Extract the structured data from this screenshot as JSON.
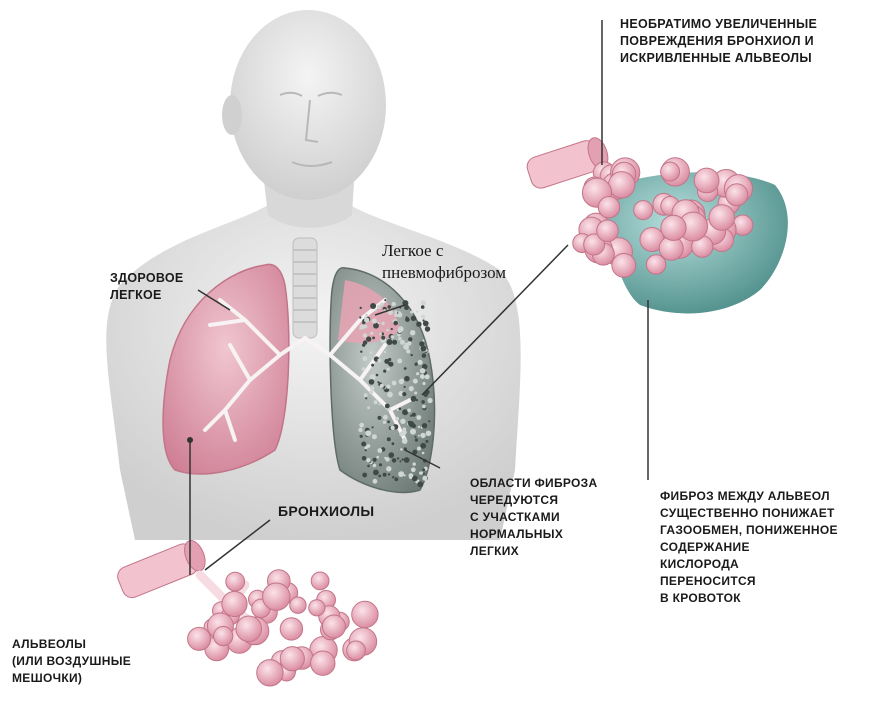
{
  "labels": {
    "damaged_bronchioles": "Необратимо увеличенные\nповреждения бронхиол и\nискривленные альвеолы",
    "fibrosis_lung": "Легкое с\nпневмофиброзом",
    "healthy_lung": "Здоровое\nлегкое",
    "fibrosis_areas": "Области фиброза\nчередуются\nс участками\nнормальных\nлегких",
    "fibrosis_alveoli": "Фиброз между альвеол\nсущественно понижает\nгазообмен, пониженное\nсодержание\nкислорода\nпереносится\nв кровоток",
    "bronchioles": "Бронхиолы",
    "alveoli": "Альвеолы\n(или воздушные\nмешочки)"
  },
  "colors": {
    "body": "#dedede",
    "lung_healthy": "#e9b3c0",
    "lung_fibrosis": "#9aa7a2",
    "alveoli": "#f1b8c8",
    "fibrosis_tissue": "#7fb7b4",
    "leader_line": "#333333"
  }
}
